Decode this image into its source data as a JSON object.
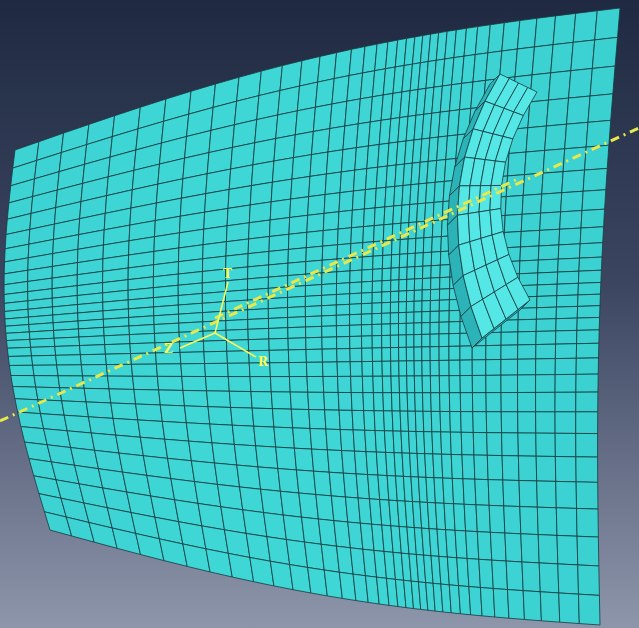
{
  "diagram": {
    "labels": [
      "T",
      "Z",
      "R"
    ]
  }
}
